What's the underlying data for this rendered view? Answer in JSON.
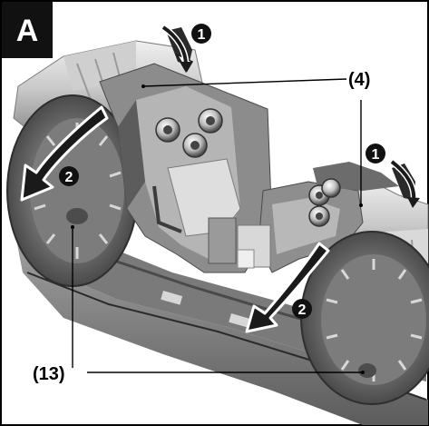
{
  "panel": {
    "letter": "A"
  },
  "callouts": {
    "guide_label": "(4)",
    "plate_label": "(13)"
  },
  "steps": {
    "lever_step": "1",
    "slide_step": "2"
  },
  "colors": {
    "frame": "#000000",
    "badge_fill": "#111111",
    "arrow_fill": "#1a1a1a",
    "arrow_outline": "#ffffff",
    "metal_light": "#e6e6e6",
    "metal_mid": "#b9b9b9",
    "metal_dark": "#6f6f6f",
    "shadow": "#3c3c3c"
  },
  "icons": {
    "step_badge": "filled-circle-number",
    "motion_arrow": "curved-arrow",
    "lever_arrow": "lever-press-arrow"
  }
}
